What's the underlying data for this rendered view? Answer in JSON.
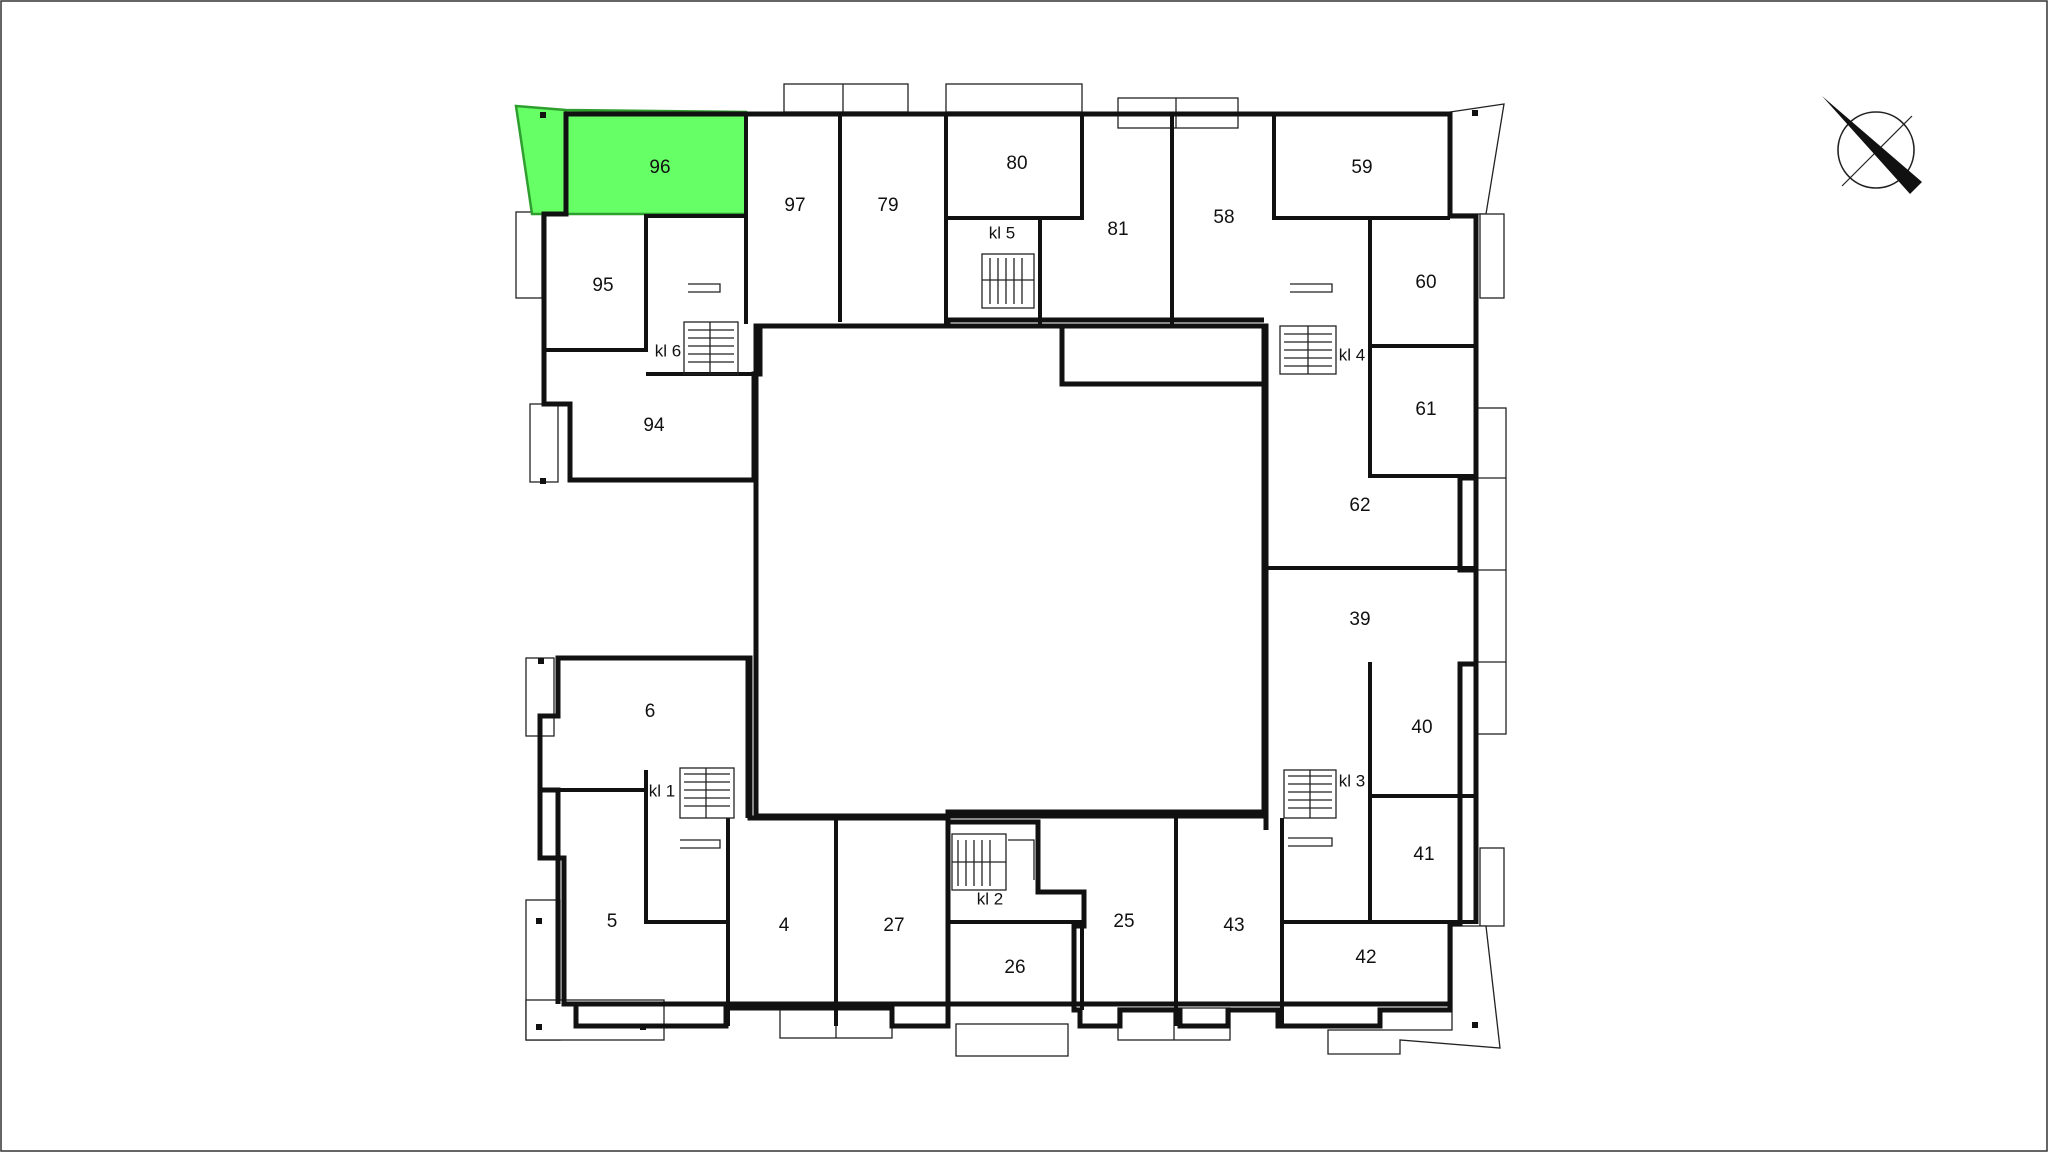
{
  "colors": {
    "highlight": "#66ff66",
    "highlight_stroke": "#2e9e2e",
    "wall": "#111111"
  },
  "compass": {
    "icon": "north-arrow-icon"
  },
  "highlighted_apartment": "96",
  "apartments": {
    "a96": "96",
    "a97": "97",
    "a79": "79",
    "a80": "80",
    "a81": "81",
    "a58": "58",
    "a59": "59",
    "a95": "95",
    "a94": "94",
    "a60": "60",
    "a61": "61",
    "a62": "62",
    "a39": "39",
    "a40": "40",
    "a41": "41",
    "a42": "42",
    "a43": "43",
    "a25": "25",
    "a26": "26",
    "a27": "27",
    "a4": "4",
    "a5": "5",
    "a6": "6"
  },
  "staircases": {
    "kl1": "kl 1",
    "kl2": "kl 2",
    "kl3": "kl 3",
    "kl4": "kl 4",
    "kl5": "kl 5",
    "kl6": "kl 6"
  }
}
